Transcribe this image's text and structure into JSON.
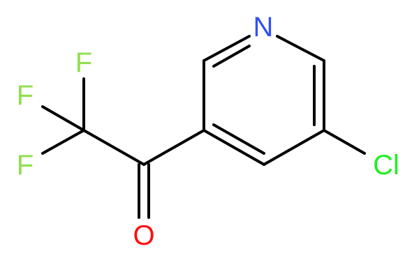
{
  "molecule": {
    "atoms": {
      "nitrogen": {
        "symbol": "N",
        "color": "#3050f8"
      },
      "chlorine": {
        "symbol": "Cl",
        "color": "#1ff01f"
      },
      "oxygen": {
        "symbol": "O",
        "color": "#ff0d0d"
      },
      "fluorine_top": {
        "symbol": "F",
        "color": "#90e050"
      },
      "fluorine_middle": {
        "symbol": "F",
        "color": "#90e050"
      },
      "fluorine_bottom": {
        "symbol": "F",
        "color": "#90e050"
      }
    },
    "bond_color": "#000000"
  }
}
